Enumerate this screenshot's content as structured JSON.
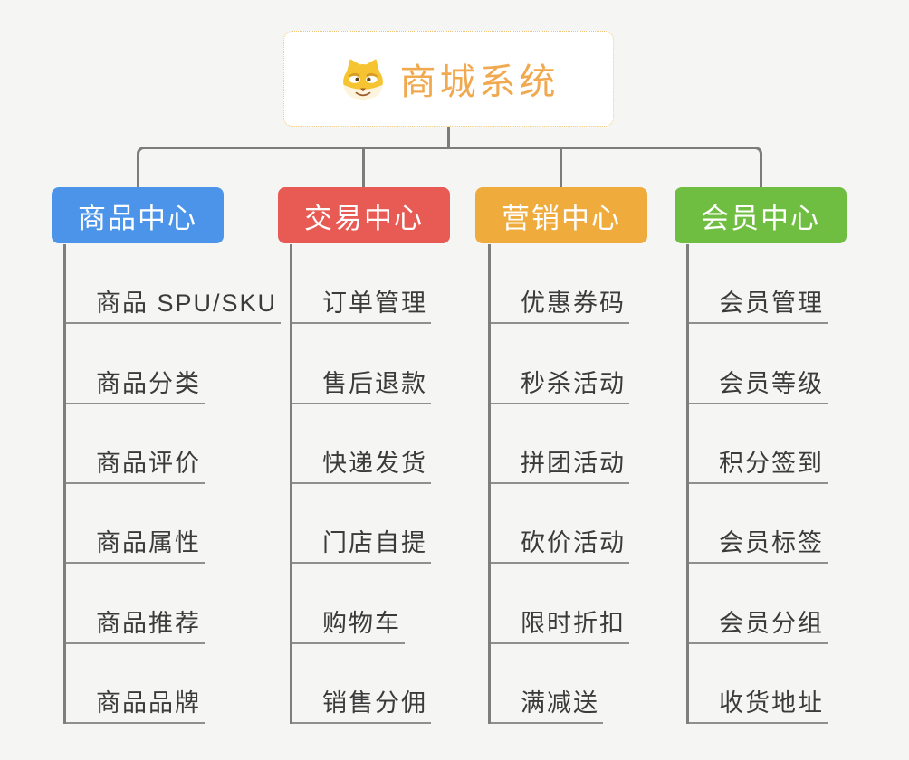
{
  "root": {
    "title": "商城系统",
    "icon": "doge-icon"
  },
  "branches": [
    {
      "label": "商品中心",
      "color": "#4b94ea",
      "items": [
        "商品 SPU/SKU",
        "商品分类",
        "商品评价",
        "商品属性",
        "商品推荐",
        "商品品牌"
      ]
    },
    {
      "label": "交易中心",
      "color": "#e75b54",
      "items": [
        "订单管理",
        "售后退款",
        "快递发货",
        "门店自提",
        "购物车",
        "销售分佣"
      ]
    },
    {
      "label": "营销中心",
      "color": "#efac3d",
      "items": [
        "优惠券码",
        "秒杀活动",
        "拼团活动",
        "砍价活动",
        "限时折扣",
        "满减送"
      ]
    },
    {
      "label": "会员中心",
      "color": "#70be41",
      "items": [
        "会员管理",
        "会员等级",
        "积分签到",
        "会员标签",
        "会员分组",
        "收货地址"
      ]
    }
  ],
  "colors": {
    "background": "#f5f5f4",
    "root_border": "#f3c577",
    "root_text": "#f0a94f",
    "connector": "#7c7c7c",
    "item_underline": "#8f8f8f",
    "item_text": "#3b3b3b"
  }
}
